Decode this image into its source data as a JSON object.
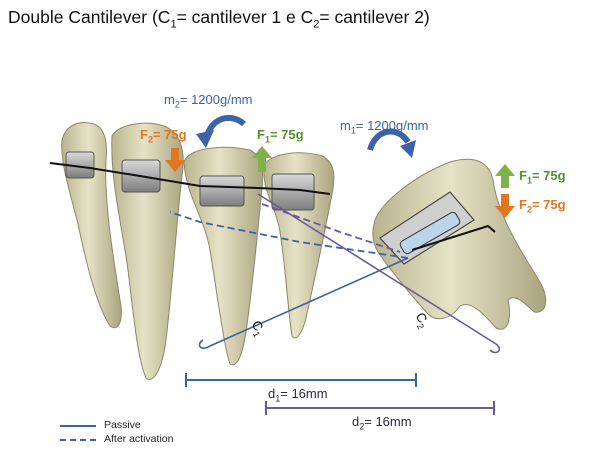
{
  "title": {
    "prefix": "Double Cantilever (C",
    "sub1": "1",
    "mid1": "= cantilever 1 e C",
    "sub2": "2",
    "suffix": "= cantilever 2)"
  },
  "moments": {
    "m2": {
      "name": "m",
      "sub": "2",
      "value": "= 1200g/mm"
    },
    "m1": {
      "name": "m",
      "sub": "1",
      "value": "= 1200g/mm"
    }
  },
  "forces": {
    "f2_left": {
      "name": "F",
      "sub": "2",
      "value": "= 75g"
    },
    "f1_left": {
      "name": "F",
      "sub": "1",
      "value": "= 75g"
    },
    "f1_right": {
      "name": "F",
      "sub": "1",
      "value": "= 75g"
    },
    "f2_right": {
      "name": "F",
      "sub": "2",
      "value": "= 75g"
    }
  },
  "cantilevers": {
    "c1": {
      "name": "C",
      "sub": "1"
    },
    "c2": {
      "name": "C",
      "sub": "2"
    }
  },
  "distances": {
    "d1": {
      "name": "d",
      "sub": "1",
      "value": "= 16mm"
    },
    "d2": {
      "name": "d",
      "sub": "2",
      "value": "= 16mm"
    }
  },
  "legend": {
    "passive": "Passive",
    "after_activation": "After activation"
  },
  "colors": {
    "blue": "#3c62a8",
    "purple": "#6a5a9a",
    "orange": "#e2751f",
    "green": "#55912e",
    "tooth": "#d8d3b0",
    "bracket": "#9a9a9a"
  }
}
